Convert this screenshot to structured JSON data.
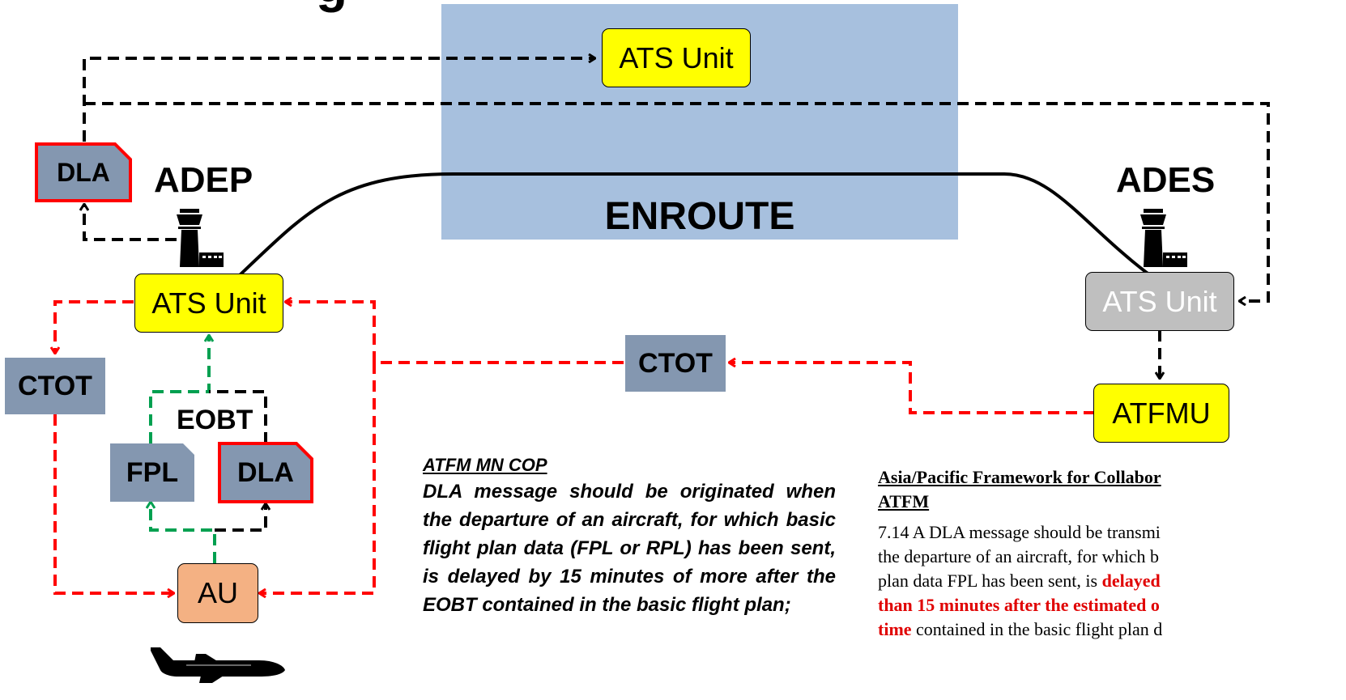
{
  "title_fragment": "g",
  "enroute": {
    "label": "ENROUTE",
    "fill": "#a7c0de"
  },
  "airports": {
    "departure": "ADEP",
    "destination": "ADES"
  },
  "nodes": {
    "ats_top": "ATS Unit",
    "ats_adep": "ATS Unit",
    "ats_ades": "ATS Unit",
    "atfmu": "ATFMU",
    "au": "AU"
  },
  "messages": {
    "dla_top": "DLA",
    "dla_bottom": "DLA",
    "fpl": "FPL",
    "ctot_left": "CTOT",
    "ctot_mid": "CTOT",
    "eobt": "EOBT"
  },
  "colors": {
    "yellow_node": "#ffff00",
    "grey_node": "#bfbfbf",
    "au_node": "#f4b183",
    "message_box": "#8497b0",
    "red_arrow": "#ff0000",
    "green_arrow": "#00a050",
    "black_arrow": "#000000"
  },
  "icons": [
    "control-tower-icon",
    "aircraft-icon"
  ],
  "cop_note": {
    "header": "ATFM MN COP",
    "body": "DLA message should be originated when the departure of an aircraft, for which basic flight plan data (FPL or RPL) has been sent, is delayed by 15 minutes of more after the EOBT contained in the basic flight plan;"
  },
  "framework_note": {
    "header_line1": "Asia/Pacific Framework for Collabor",
    "header_line2": "ATFM",
    "text_line1": "7.14 A DLA message should be transmi",
    "text_line2": "the departure of an aircraft, for which b",
    "text_line3a": "plan data FPL has been sent, is ",
    "text_line3b": "delayed",
    "text_line4": "than 15 minutes after the estimated o",
    "text_line5a": "time",
    "text_line5b": " contained in the basic flight plan d"
  }
}
